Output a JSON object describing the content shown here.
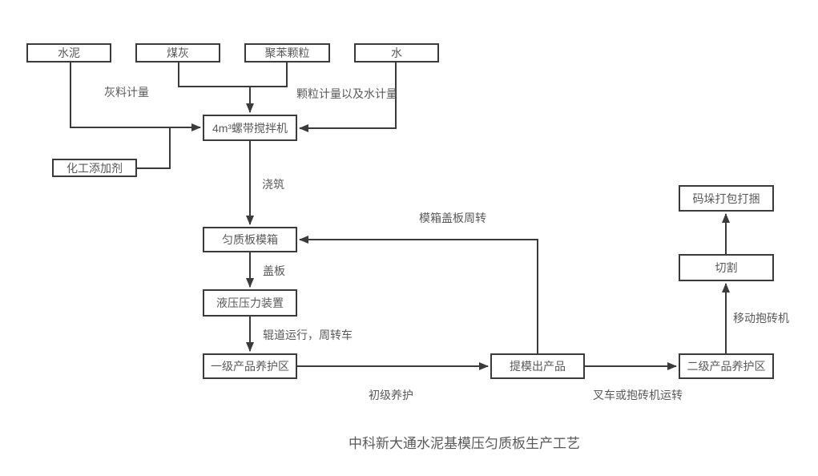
{
  "diagram": {
    "title": "中科新大通水泥基模压匀质板生产工艺",
    "nodes": [
      {
        "id": "cement",
        "label": "水泥"
      },
      {
        "id": "coal-ash",
        "label": "煤灰"
      },
      {
        "id": "polystyrene-granules",
        "label": "聚苯颗粒"
      },
      {
        "id": "water",
        "label": "水"
      },
      {
        "id": "screw-mixer",
        "label": "4m³螺带搅拌机"
      },
      {
        "id": "chemical-additive",
        "label": "化工添加剂"
      },
      {
        "id": "mold-box",
        "label": "匀质板模箱"
      },
      {
        "id": "hydraulic-press",
        "label": "液压压力装置"
      },
      {
        "id": "primary-curing-area",
        "label": "一级产品养护区"
      },
      {
        "id": "demolded-product",
        "label": "提模出产品"
      },
      {
        "id": "secondary-curing-area",
        "label": "二级产品养护区"
      },
      {
        "id": "cutting",
        "label": "切割"
      },
      {
        "id": "palletizing-packing",
        "label": "码垛打包打捆"
      }
    ],
    "edge_labels": [
      {
        "id": "ash-metering",
        "label": "灰料计量"
      },
      {
        "id": "granule-water-metering",
        "label": "颗粒计量以及水计量"
      },
      {
        "id": "pouring",
        "label": "浇筑"
      },
      {
        "id": "mold-cover-circulation",
        "label": "模箱盖板周转"
      },
      {
        "id": "cover-plate",
        "label": "盖板"
      },
      {
        "id": "roller-transfer",
        "label": "辊道运行，周转车"
      },
      {
        "id": "primary-curing",
        "label": "初级养护"
      },
      {
        "id": "forklift-transfer",
        "label": "叉车或抱砖机运转"
      },
      {
        "id": "mobile-brick-clamp",
        "label": "移动抱砖机"
      }
    ],
    "colors": {
      "border": "#3b3b3b",
      "line": "#3b3b3b",
      "text": "#595959",
      "background": "#ffffff"
    }
  }
}
